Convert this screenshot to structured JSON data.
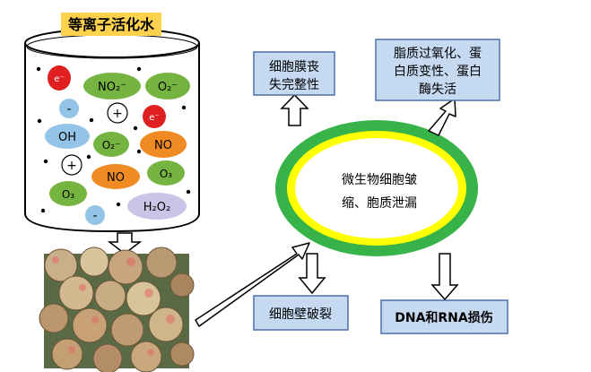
{
  "colors": {
    "box_fill": "#c5d9f1",
    "box_stroke": "#4f6fa8",
    "ring_outer": "#38b34a",
    "ring_inner": "#ffff00",
    "electron": "#e02020",
    "no2": "#76b442",
    "o2_minus": "#76b442",
    "oh": "#93c3e6",
    "no": "#f08a23",
    "o3": "#76b442",
    "h2o2": "#c9c5e6",
    "minus_ion": "#93c3e6",
    "plus_ion": "#ffffff",
    "title_bg": "#ffd24d"
  },
  "cylinder": {
    "title": "等离子活化水",
    "species": {
      "e1": "e⁻",
      "no2": "NO₂⁻",
      "o2_a": "O₂⁻",
      "minus_a": "-",
      "plus_a": "+",
      "e2": "e⁻",
      "oh": "OH",
      "o2_b": "O₂⁻",
      "no_a": "NO",
      "plus_b": "+",
      "no_b": "NO",
      "o3_a": "O₃",
      "o3_b": "O₃",
      "h2o2": "H₂O₂",
      "minus_b": "-"
    }
  },
  "cell": {
    "center_text_line1": "微生物细胞皱",
    "center_text_line2": "缩、胞质泄漏"
  },
  "boxes": {
    "membrane_line1": "细胞膜丧",
    "membrane_line2": "失完整性",
    "lipid_line1": "脂质过氧化、蛋",
    "lipid_line2": "白质变性、蛋白",
    "lipid_line3": "酶失活",
    "wall": "细胞壁破裂",
    "dna": "DNA和RNA损伤"
  }
}
